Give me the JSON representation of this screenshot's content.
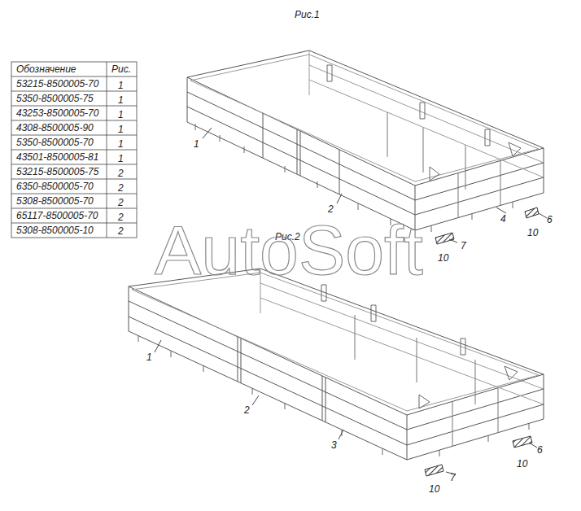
{
  "diagram": {
    "labels": [
      "Рис.1",
      "Обозначение",
      "Рис.",
      "53215-8500005-70",
      "1",
      "5350-8500005-75",
      "1",
      "43253-8500005-70",
      "1",
      "4308-8500005-90",
      "1",
      "5350-8500005-70",
      "1",
      "43501-8500005-81",
      "1",
      "53215-8500005-75",
      "2",
      "6350-8500005-70",
      "2",
      "5308-8500005-70",
      "2",
      "65117-8500005-70",
      "2",
      "5308-8500005-10",
      "2",
      "1",
      "2",
      "4",
      "6",
      "10",
      "7",
      "10",
      "Рис.2",
      "1",
      "2",
      "3",
      "6",
      "10",
      "7",
      "10",
      "AutoSoft"
    ]
  }
}
